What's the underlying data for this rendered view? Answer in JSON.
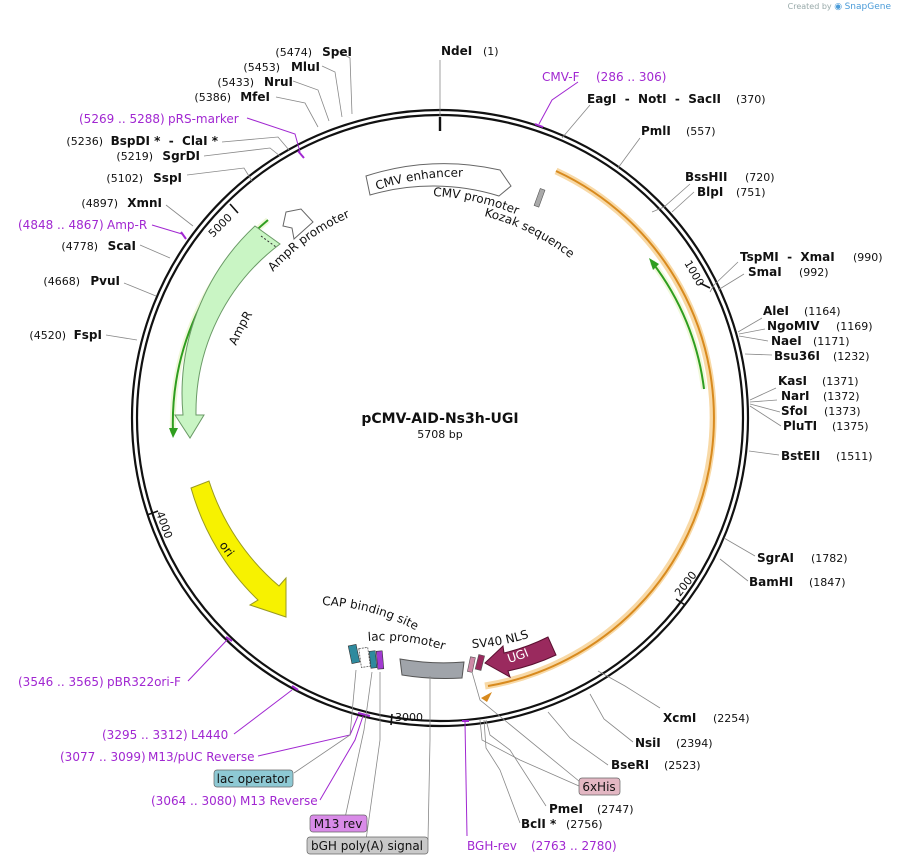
{
  "credit": {
    "prefix": "Created by",
    "brand": "SnapGene"
  },
  "plasmid": {
    "name": "pCMV-AID-Ns3h-UGI",
    "length_label": "5708 bp",
    "length": 5708
  },
  "ticks": [
    "1000",
    "2000",
    "3000",
    "4000",
    "5000"
  ],
  "sites": [
    {
      "id": "ndei",
      "name": "NdeI",
      "pos": "(1)"
    },
    {
      "id": "eagi",
      "name": "EagI  -  NotI  -  SacII",
      "pos": "(370)"
    },
    {
      "id": "pmli",
      "name": "PmlI",
      "pos": "(557)"
    },
    {
      "id": "bsshii",
      "name": "BssHII",
      "pos": "(720)"
    },
    {
      "id": "blpi",
      "name": "BlpI",
      "pos": "(751)"
    },
    {
      "id": "tspmi",
      "name": "TspMI  -  XmaI",
      "pos": "(990)"
    },
    {
      "id": "smai",
      "name": "SmaI",
      "pos": "(992)"
    },
    {
      "id": "alei",
      "name": "AleI",
      "pos": "(1164)"
    },
    {
      "id": "ngomiv",
      "name": "NgoMIV",
      "pos": "(1169)"
    },
    {
      "id": "naei",
      "name": "NaeI",
      "pos": "(1171)"
    },
    {
      "id": "bsu36i",
      "name": "Bsu36I",
      "pos": "(1232)"
    },
    {
      "id": "kasi",
      "name": "KasI",
      "pos": "(1371)"
    },
    {
      "id": "nari",
      "name": "NarI",
      "pos": "(1372)"
    },
    {
      "id": "sfoi",
      "name": "SfoI",
      "pos": "(1373)"
    },
    {
      "id": "pluti",
      "name": "PluTI",
      "pos": "(1375)"
    },
    {
      "id": "bsteii",
      "name": "BstEII",
      "pos": "(1511)"
    },
    {
      "id": "sgrai",
      "name": "SgrAI",
      "pos": "(1782)"
    },
    {
      "id": "bamhi",
      "name": "BamHI",
      "pos": "(1847)"
    },
    {
      "id": "xcmi",
      "name": "XcmI",
      "pos": "(2254)"
    },
    {
      "id": "nsii",
      "name": "NsiI",
      "pos": "(2394)"
    },
    {
      "id": "bseri",
      "name": "BseRI",
      "pos": "(2523)"
    },
    {
      "id": "pmei",
      "name": "PmeI",
      "pos": "(2747)"
    },
    {
      "id": "bcli",
      "name": "BclI *",
      "pos": "(2756)"
    },
    {
      "id": "fspi",
      "name": "FspI",
      "pos": "(4520)"
    },
    {
      "id": "pvui",
      "name": "PvuI",
      "pos": "(4668)"
    },
    {
      "id": "scai",
      "name": "ScaI",
      "pos": "(4778)"
    },
    {
      "id": "xmni",
      "name": "XmnI",
      "pos": "(4897)"
    },
    {
      "id": "sspi",
      "name": "SspI",
      "pos": "(5102)"
    },
    {
      "id": "sgrdi",
      "name": "SgrDI",
      "pos": "(5219)"
    },
    {
      "id": "bspdi",
      "name": "BspDI *  -  ClaI *",
      "pos": "(5236)"
    },
    {
      "id": "mfei",
      "name": "MfeI",
      "pos": "(5386)"
    },
    {
      "id": "nrui",
      "name": "NruI",
      "pos": "(5433)"
    },
    {
      "id": "mlui",
      "name": "MluI",
      "pos": "(5453)"
    },
    {
      "id": "spei",
      "name": "SpeI",
      "pos": "(5474)"
    }
  ],
  "primers": [
    {
      "id": "cmvf",
      "name": "CMV-F",
      "range": "(286 .. 306)"
    },
    {
      "id": "prs",
      "name": "pRS-marker",
      "range": "(5269 .. 5288)"
    },
    {
      "id": "ampr",
      "name": "Amp-R",
      "range": "(4848 .. 4867)"
    },
    {
      "id": "pbr",
      "name": "pBR322ori-F",
      "range": "(3546 .. 3565)"
    },
    {
      "id": "l4440",
      "name": "L4440",
      "range": "(3295 .. 3312)"
    },
    {
      "id": "m13puc",
      "name": "M13/pUC Reverse",
      "range": "(3077 .. 3099)"
    },
    {
      "id": "m13rev",
      "name": "M13 Reverse",
      "range": "(3064 .. 3080)"
    },
    {
      "id": "bghrev",
      "name": "BGH-rev",
      "range": "(2763 .. 2780)"
    }
  ],
  "features": {
    "cmv_enhancer": "CMV enhancer",
    "cmv_promoter": "CMV promoter",
    "kozak": "Kozak sequence",
    "ampr_promoter": "AmpR promoter",
    "ampr": "AmpR",
    "ori": "ori",
    "cap": "CAP binding site",
    "lac_promoter": "lac promoter",
    "sv40": "SV40 NLS",
    "ugi": "UGI",
    "lac_operator": "lac operator",
    "m13_rev": "M13 rev",
    "bgh": "bGH poly(A) signal",
    "sixhis": "6xHis"
  },
  "colors": {
    "backbone": "#111111",
    "primer": "#a127d1",
    "orf_highlight": "#f2c27c",
    "orf_arrow": "#e39b2b",
    "green_orf": "#2f9e1f",
    "ampr_fill": "#c9f5c4",
    "ori_fill": "#f7f200",
    "ugi_fill": "#9a2a5e",
    "bgh_fill": "#a0a4aa",
    "lac_operator_box": "#8ec9d4",
    "m13_rev_box": "#d98be8",
    "bgh_box": "#c9c9c9",
    "sixhis_box": "#e3b7c3"
  }
}
